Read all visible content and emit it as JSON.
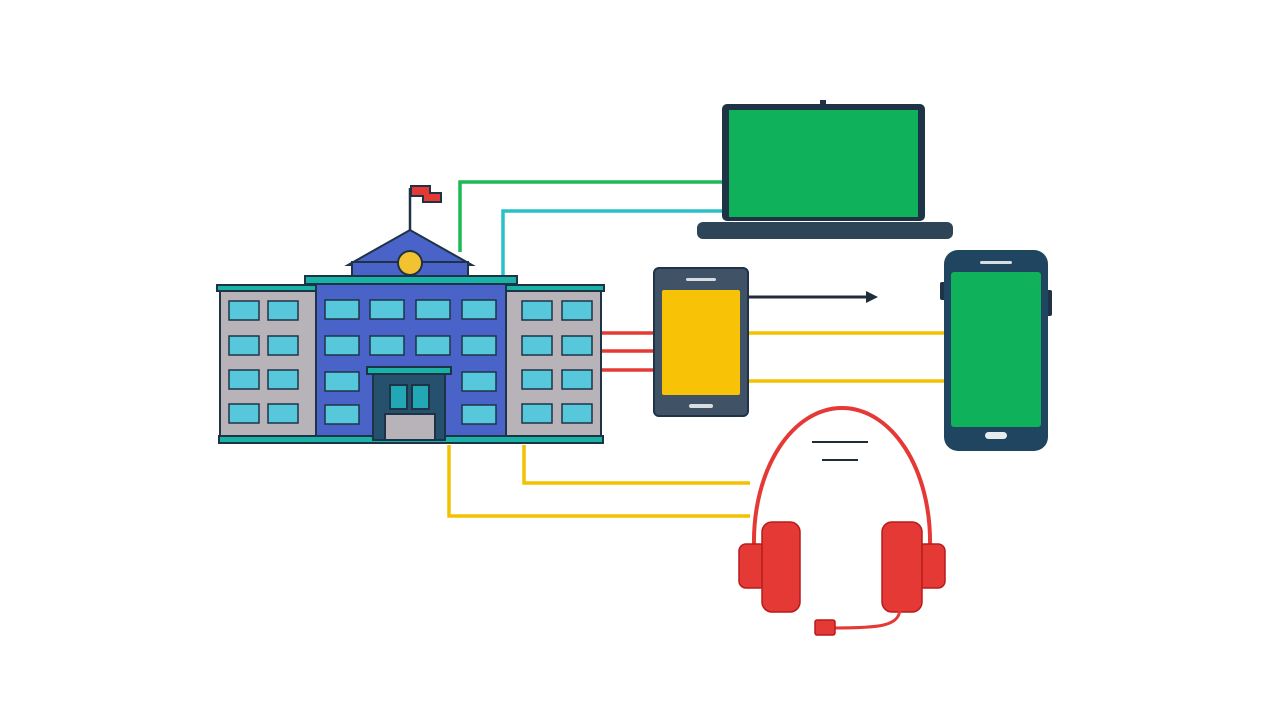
{
  "diagram": {
    "nodes": [
      {
        "id": "school",
        "icon": "school-building-icon"
      },
      {
        "id": "laptop",
        "icon": "laptop-icon"
      },
      {
        "id": "tablet",
        "icon": "tablet-icon"
      },
      {
        "id": "phone",
        "icon": "smartphone-icon"
      },
      {
        "id": "headset",
        "icon": "headset-icon"
      }
    ],
    "connections": [
      {
        "from": "school",
        "to": "laptop",
        "color": "#1db954"
      },
      {
        "from": "school",
        "to": "laptop",
        "color": "#2bbfc9"
      },
      {
        "from": "school",
        "to": "tablet",
        "color": "#e53935"
      },
      {
        "from": "school",
        "to": "tablet",
        "color": "#e53935"
      },
      {
        "from": "school",
        "to": "tablet",
        "color": "#e53935"
      },
      {
        "from": "tablet",
        "to": "phone",
        "color": "#f2c200"
      },
      {
        "from": "tablet",
        "to": "phone",
        "color": "#f2c200"
      },
      {
        "from": "school",
        "to": "headset",
        "color": "#f2c200"
      },
      {
        "from": "school",
        "to": "headset",
        "color": "#f2c200"
      },
      {
        "from": "tablet",
        "to": "arrow",
        "color": "#1f2d3a"
      }
    ],
    "colors": {
      "outline": "#1f3347",
      "building_blue": "#4a63c8",
      "building_gray": "#b8b3b8",
      "window": "#57c7dc",
      "trim": "#18b3a6",
      "screen_green": "#0fb15a",
      "screen_yellow": "#f8c307",
      "device_body": "#3f5266",
      "headset_red": "#e53935"
    }
  }
}
